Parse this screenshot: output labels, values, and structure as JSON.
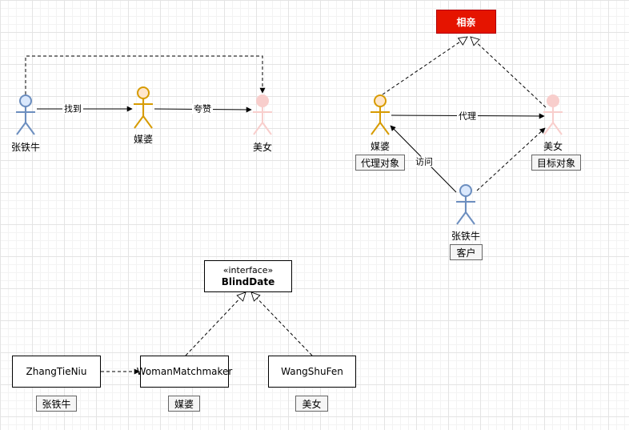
{
  "actors": {
    "zhang": "张铁牛",
    "meipo": "媒婆",
    "meinv": "美女"
  },
  "diagram1": {
    "found": "找到",
    "praise": "夸赞"
  },
  "diagram2": {
    "goal": "相亲",
    "proxy": "代理",
    "visit": "访问",
    "meipo_role": "代理对象",
    "meinv_role": "目标对象",
    "zhang_role": "客户"
  },
  "diagram3": {
    "stereotype": "«interface»",
    "interface_name": "BlindDate",
    "class_zhang": "ZhangTieNiu",
    "class_meipo": "WomanMatchmaker",
    "class_meinv": "WangShuFen",
    "tag_zhang": "张铁牛",
    "tag_meipo": "媒婆",
    "tag_meinv": "美女"
  },
  "colors": {
    "blue_actor": "#6c8ebf",
    "blue_fill": "#dae8fc",
    "orange_actor": "#d79b00",
    "orange_fill": "#ffe6cc",
    "pink_actor": "#f8cecc",
    "pink_fill": "#f8cecc",
    "accent_red": "#e51400"
  }
}
